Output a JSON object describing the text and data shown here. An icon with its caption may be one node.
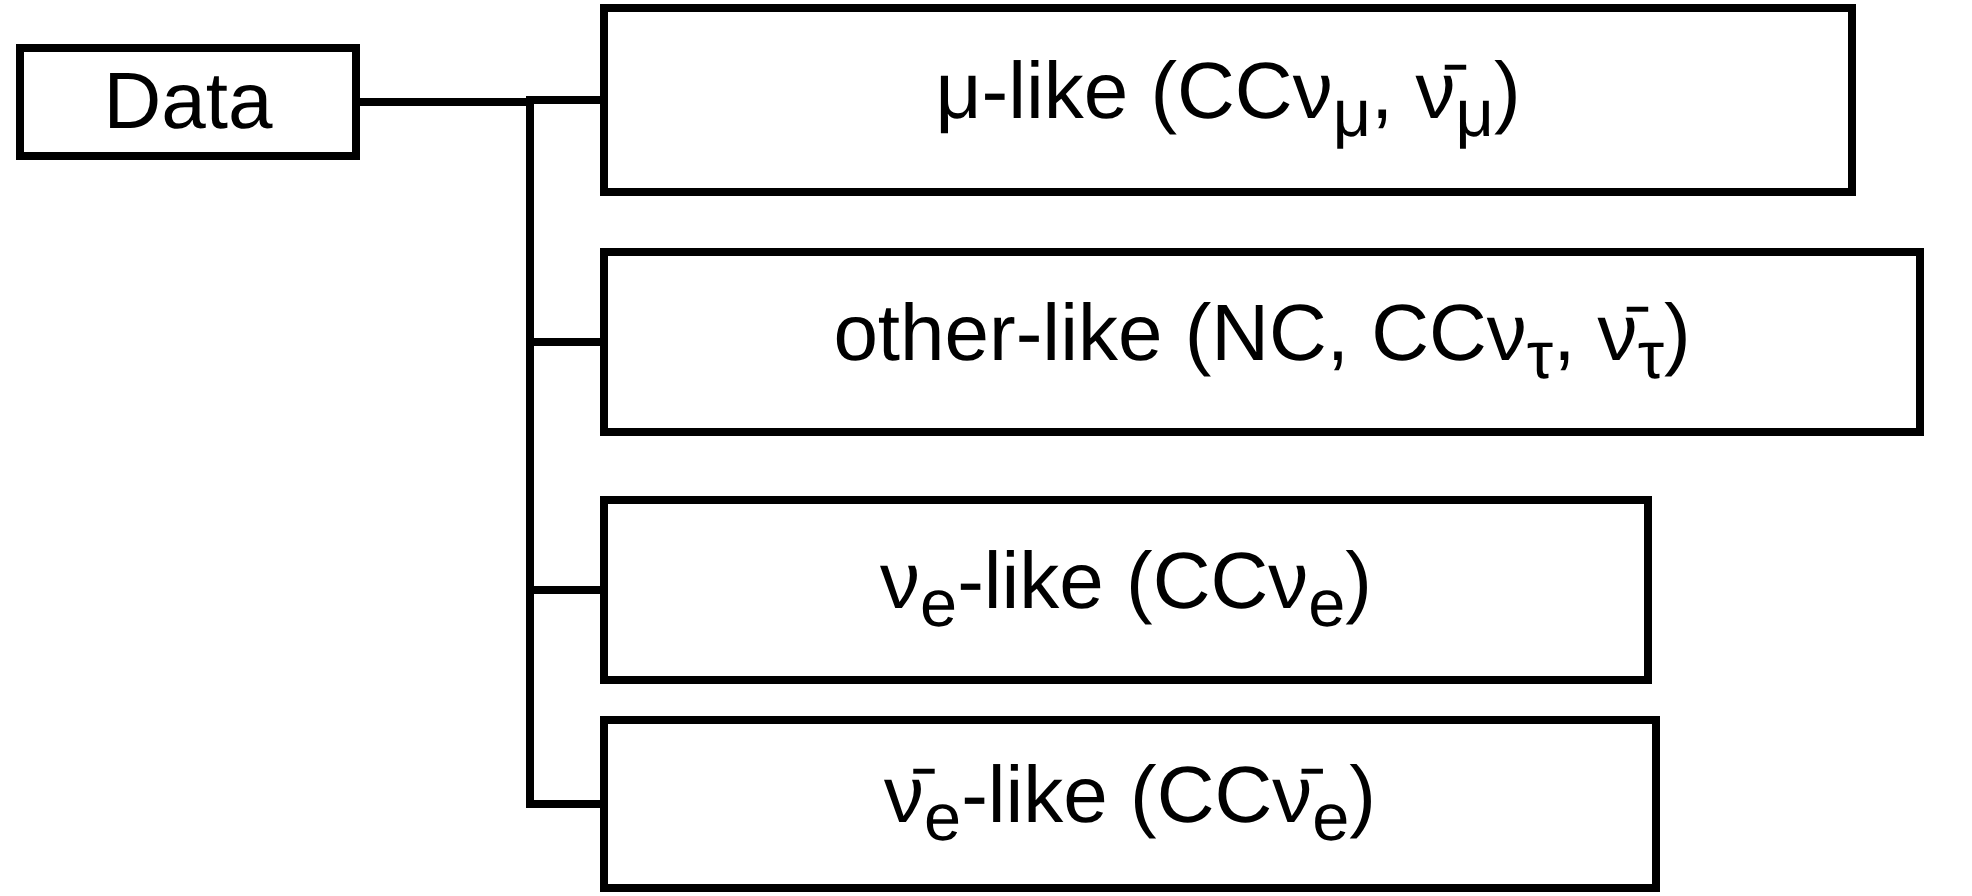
{
  "diagram": {
    "nodes": [
      {
        "text": [
          "Data"
        ]
      },
      {
        "text": [
          "μ-like (CCν$_{μ}$, ν̄$_{μ}$)"
        ]
      },
      {
        "text": [
          "other-like (NC, CCν$_{τ}$, ν̄$_{τ}$)"
        ]
      },
      {
        "text": [
          "ν$_{e}$-like (CCν$_{e}$)"
        ]
      },
      {
        "text": [
          "ν̄$_{e}$-like (CCν̄$_{e}$)"
        ]
      }
    ],
    "edges": [
      {
        "from": 0,
        "to": 1,
        "arrow": "none"
      },
      {
        "from": 0,
        "to": 2,
        "arrow": "none"
      },
      {
        "from": 0,
        "to": 3,
        "arrow": "none"
      },
      {
        "from": 0,
        "to": 4,
        "arrow": "none"
      }
    ]
  }
}
